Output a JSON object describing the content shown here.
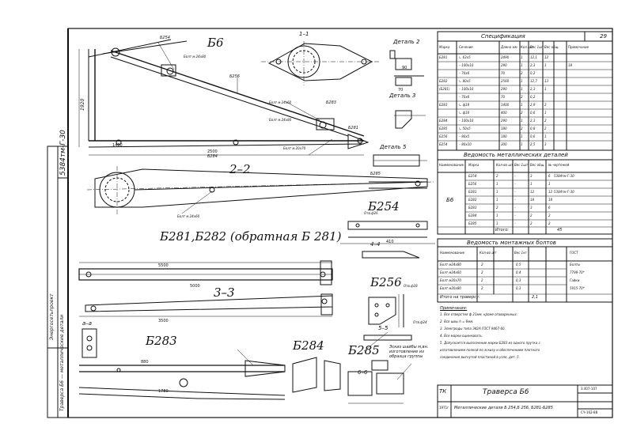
{
  "sheet": {
    "page_number": "29",
    "title_code": "ТК",
    "title_code2": "1971г",
    "title_main": "Траверса Б6",
    "title_sub": "Металлические детали Б 254,Б 256, Б281-Б285",
    "series_code": "3.407-107",
    "sheet_code": "СЧ-162-88"
  },
  "views": {
    "b6": "Б6",
    "sec_1_1": "1–1",
    "detail2": "Деталь 2",
    "detail3": "Деталь 3",
    "detail5": "Деталь 5",
    "sec_2_2": "2–2",
    "b254": "Б254",
    "b281_282": "Б281,Б282 (обратная Б 281)",
    "sec_3_3": "3–3",
    "sec_4_4": "4–4",
    "b256": "Б256",
    "sec_5_5": "5–5",
    "sec_a_a": "а–а",
    "sec_6_6": "6–6",
    "b283": "Б283",
    "b284": "Б284",
    "b285": "Б285",
    "note_weld": "Эскиз шайбы м,вн.\nизготовление из\nобразца группы"
  },
  "dims": {
    "d_1920": "1920",
    "d_2500": "2500",
    "d_1480": "1480",
    "d_5000": "5000",
    "d_5500": "5500",
    "d_3500": "3500",
    "d_1780": "1780",
    "d_410": "410",
    "d_880": "880",
    "d_70": "70",
    "d_90": "90"
  },
  "labels": {
    "b254_ref": "Б254",
    "b256_ref": "Б256",
    "b283_ref": "Б283",
    "b281_ref": "Б281",
    "b284_ref": "Б284",
    "b285_ref": "Б285",
    "bolt1": "Болт м.24х80",
    "bolt2": "Болт м.24х60",
    "bolt3": "Болт м.24х80",
    "bolt4": "Болт м.20х70",
    "bolt5": "Болт м.24х60",
    "hole1": "Отв.ф26",
    "hole2": "Отв.ф28",
    "hole3": "Отв.ф24"
  },
  "spec_table": {
    "title": "Спецификация",
    "headers": [
      "Марка",
      "Сечение",
      "Длина мм",
      "Кол. шт",
      "Вес 1шт",
      "Вес общ.",
      "Примечание"
    ],
    "rows": [
      [
        "Б281",
        "∟ 63х5",
        "2490",
        "1",
        "12,1",
        "12",
        ""
      ],
      [
        "",
        "– 100х10",
        "290",
        "1",
        "2,3",
        "1",
        "18"
      ],
      [
        "",
        "– 70х6",
        "70",
        "2",
        "0,2",
        "",
        ""
      ],
      [
        "Б282",
        "∟ 80х5",
        "2560",
        "1",
        "12,7",
        "13",
        ""
      ],
      [
        "(Б281)",
        "– 100х10",
        "290",
        "1",
        "2,3",
        "1",
        ""
      ],
      [
        "",
        "– 70х6",
        "70",
        "2",
        "0,2",
        "",
        ""
      ],
      [
        "Б283",
        "∟ ф18",
        "1400",
        "1",
        "2,9",
        "2",
        ""
      ],
      [
        "",
        "∟ ф16",
        "400",
        "2",
        "0,6",
        "1",
        ""
      ],
      [
        "Б284",
        "– 100х10",
        "290",
        "1",
        "2,3",
        "2",
        ""
      ],
      [
        "Б285",
        "∟ 50х5",
        "180",
        "2",
        "0,8",
        "2",
        ""
      ],
      [
        "Б256",
        "– 80х5",
        "180",
        "1",
        "0,6",
        "1",
        ""
      ],
      [
        "Б254",
        "– 80х10",
        "300",
        "1",
        "2,5",
        "3",
        ""
      ]
    ]
  },
  "metal_table": {
    "title": "Ведомость металлических деталей",
    "headers": [
      "Наименование",
      "Марка",
      "Кол-во шт",
      "Вес 1шт",
      "Вес общ.",
      "№ чертежей"
    ],
    "group": "Б6",
    "rows": [
      [
        "Б254",
        "2",
        "–",
        "3",
        "6",
        "5384тм-Г-30"
      ],
      [
        "Б256",
        "1",
        "–",
        "1",
        "1",
        ""
      ],
      [
        "Б281",
        "1",
        "–",
        "12",
        "12",
        "5384тм-Г-30"
      ],
      [
        "Б282",
        "1",
        "–",
        "18",
        "18",
        ""
      ],
      [
        "Б283",
        "2",
        "–",
        "3",
        "6",
        ""
      ],
      [
        "Б284",
        "1",
        "–",
        "2",
        "2",
        ""
      ],
      [
        "Б285",
        "1",
        "–",
        "2",
        "2",
        ""
      ]
    ],
    "total_label": "Итого:",
    "total_value": "45"
  },
  "bolt_table": {
    "title": "Ведомость монтажных болтов",
    "headers": [
      "Наименование",
      "Кол-во шт",
      "Вес 1кг",
      "ГОСТ"
    ],
    "rows": [
      [
        "Болт м24х80",
        "2",
        "",
        "0,5",
        "Болты"
      ],
      [
        "Болт м24х60",
        "2",
        "",
        "0,4",
        "7798-70*"
      ],
      [
        "Болт м20х70",
        "2",
        "",
        "0,3",
        "Гайки"
      ],
      [
        "Болт м20х80",
        "2",
        "",
        "0,3",
        "5915-70*"
      ]
    ],
    "total_label": "Итого на траверсу:",
    "total_value": "2,1"
  },
  "notes": {
    "title": "Примечания:",
    "items": [
      "1. Все отверстия ф 21мм, кроме оговоренных.",
      "2. Все швы h = 6мм.",
      "3. Электроды типа Э42А ГОСТ 9467-60.",
      "4. Все марки оцинковать.",
      "5. Допускается выполнение марки Б283 из одного прутка с",
      "изготовлением полкой по эскизу и обеспечением плотного",
      "соединения выгнутой пластиной в узле, дет. 5."
    ]
  },
  "stamp": {
    "vertical_code": "5384тм-Г-30",
    "vertical_text1": "Энергосетьпроект",
    "vertical_text2": "Траверса Б6 — металлические детали"
  }
}
